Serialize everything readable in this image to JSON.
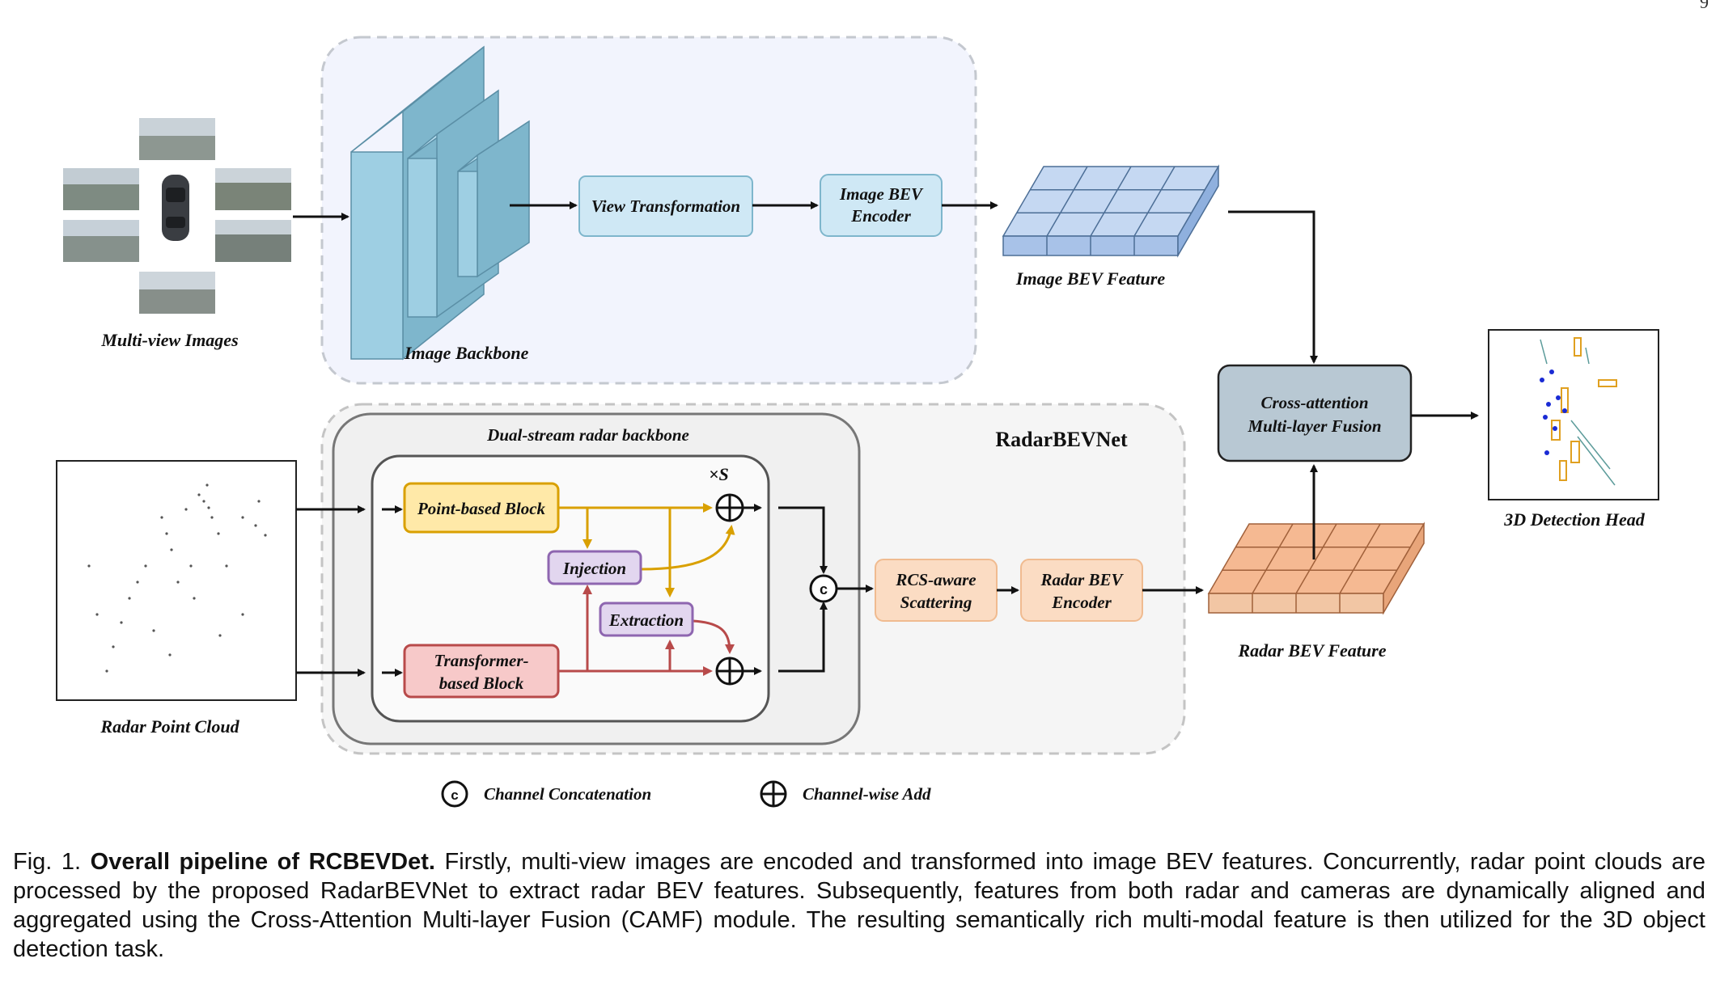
{
  "page_number": "9",
  "diagram": {
    "labels": {
      "multi_view_images": "Multi-view Images",
      "image_backbone": "Image Backbone",
      "image_bev_feature": "Image BEV Feature",
      "radar_point_cloud": "Radar Point Cloud",
      "dual_stream": "Dual-stream radar backbone",
      "radarbevnet": "RadarBEVNet",
      "radar_bev_feature": "Radar BEV Feature",
      "detection_head": "3D Detection Head",
      "times_s": "×S"
    },
    "nodes": {
      "view_transformation": "View Transformation",
      "image_bev_encoder_1": "Image BEV",
      "image_bev_encoder_2": "Encoder",
      "point_block": "Point-based Block",
      "transformer_block_1": "Transformer-",
      "transformer_block_2": "based Block",
      "injection": "Injection",
      "extraction": "Extraction",
      "rcs_1": "RCS-aware",
      "rcs_2": "Scattering",
      "radar_encoder_1": "Radar BEV",
      "radar_encoder_2": "Encoder",
      "camf_1": "Cross-attention",
      "camf_2": "Multi-layer Fusion"
    },
    "legend": {
      "concat_symbol": "c",
      "concat_label": "Channel Concatenation",
      "add_label": "Channel-wise Add"
    },
    "colors": {
      "image_panel": "#f2f4fd",
      "radar_panel": "#f5f5f5",
      "backbone": "#9ecfe3",
      "blue_node": "#cfe8f5",
      "orange_node": "#fbdcc3",
      "camf_node": "#b8c8d3",
      "point_block": "#ffe9a8",
      "transformer_block": "#f7c9c9",
      "purple_node": "#e2d6ef",
      "gold_arrow": "#d9a000",
      "red_arrow": "#b84a4a"
    }
  },
  "caption": {
    "prefix": "Fig. 1.",
    "title": "Overall pipeline of RCBEVDet.",
    "body": "Firstly, multi-view images are encoded and transformed into image BEV features. Concurrently, radar point clouds are processed by the proposed RadarBEVNet to extract radar BEV features. Subsequently, features from both radar and cameras are dynamically aligned and aggregated using the Cross-Attention Multi-layer Fusion (CAMF) module. The resulting semantically rich multi-modal feature is then utilized for the 3D object detection task."
  }
}
